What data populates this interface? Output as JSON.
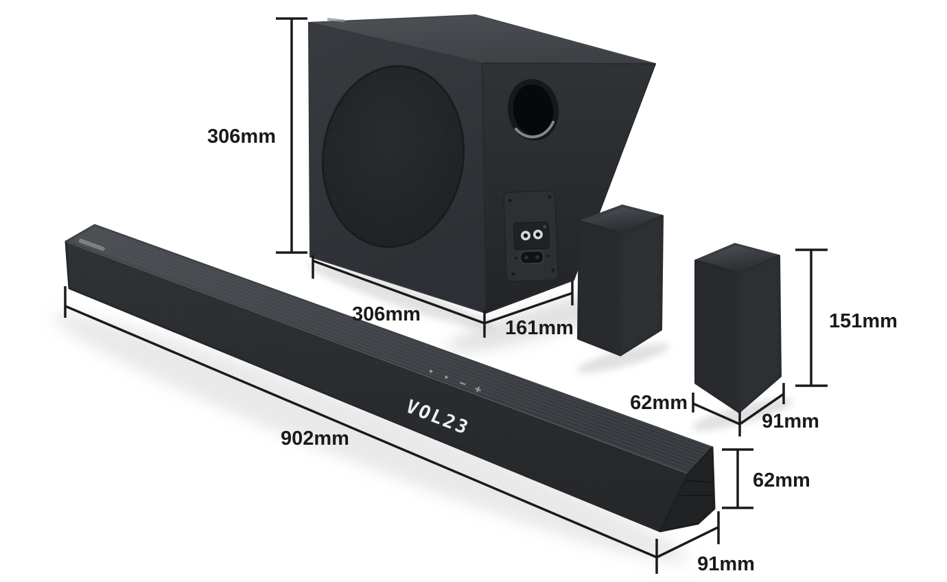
{
  "figure": {
    "background": "#ffffff",
    "annotation_color": "#1a1a1a",
    "product_body_color": "#2c2f32",
    "display_text_color": "#edf1f3"
  },
  "soundbar": {
    "display_text": "VOL23",
    "length_label": "902mm",
    "height_label": "62mm",
    "depth_label": "91mm"
  },
  "subwoofer": {
    "height_label": "306mm",
    "width_label": "306mm",
    "depth_label": "161mm"
  },
  "satellite_speaker": {
    "height_label": "151mm",
    "width_label": "62mm",
    "depth_label": "91mm"
  }
}
